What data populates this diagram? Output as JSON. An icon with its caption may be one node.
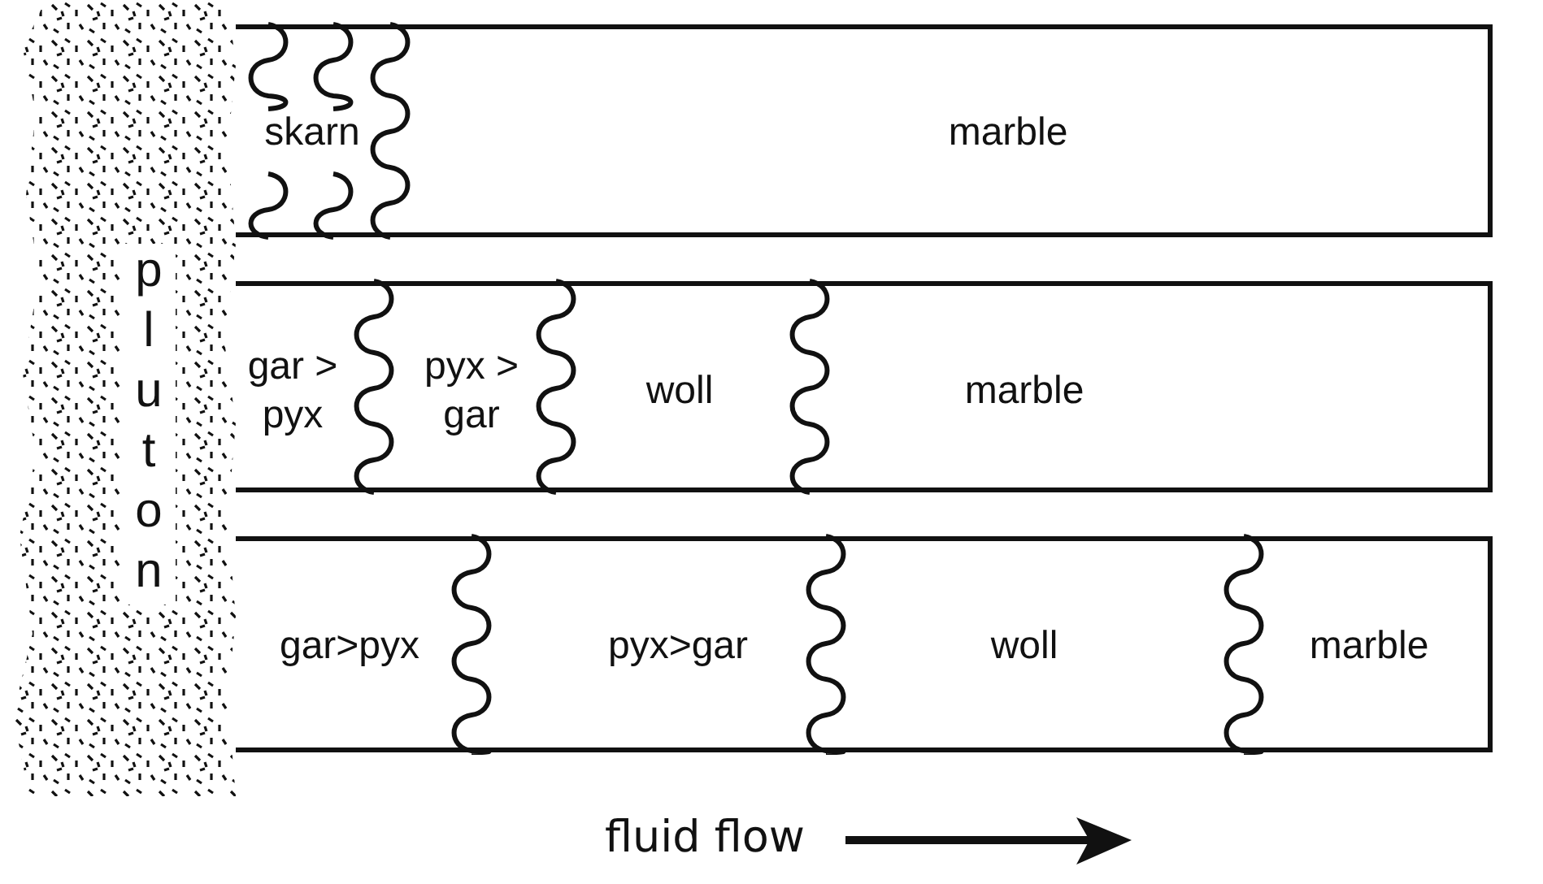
{
  "diagram": {
    "nodes": [
      {
        "text": [
          "pluton"
        ]
      },
      {
        "text": [
          "skarn",
          "marble"
        ]
      },
      {
        "text": [
          "gar > pyx",
          "pyx > gar",
          "woll",
          "marble"
        ]
      },
      {
        "text": [
          "gar>pyx",
          "pyx>gar",
          "woll",
          "marble"
        ]
      }
    ],
    "edges": [],
    "labels": [
      "fluid flow"
    ]
  }
}
